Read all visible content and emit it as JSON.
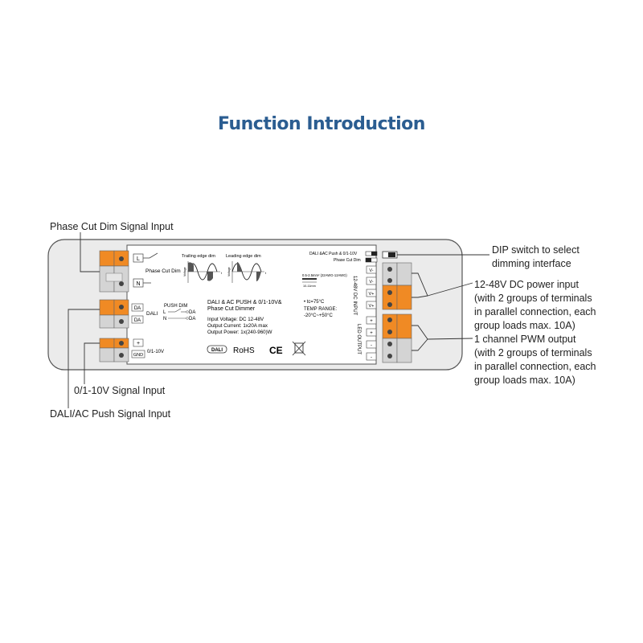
{
  "title": "Function Introduction",
  "callouts": {
    "phase_cut_dim": "Phase Cut Dim Signal Input",
    "analog_signal": "0/1-10V Signal Input",
    "dali_push": "DALI/AC Push Signal Input",
    "dip_line1": "DIP switch to select",
    "dip_line2": "dimming interface",
    "power_line1": "12-48V DC power input",
    "power_line2": "(with 2 groups of terminals",
    "power_line3": "in parallel connection, each",
    "power_line4": "group loads max. 10A)",
    "pwm_line1": "1 channel PWM output",
    "pwm_line2": "(with 2 groups of terminals",
    "pwm_line3": "in parallel connection, each",
    "pwm_line4": "group loads max. 10A)"
  },
  "device": {
    "label_L": "L",
    "label_N": "N",
    "phase_cut_dim": "Phase Cut Dim",
    "da1": "DA",
    "da2": "DA",
    "dali": "DALI",
    "push_dim": "PUSH DIM",
    "push_L": "L",
    "push_N": "N",
    "push_da1": "DA",
    "push_da2": "DA",
    "plus": "+",
    "gnd": "GND",
    "v010": "0/1-10V",
    "trailing": "Trailing edge dim",
    "leading": "Leading edge dim",
    "voltage": "Voltage",
    "t_axis": "t",
    "product_line1": "DALI & AC PUSH & 0/1-10V&",
    "product_line2": "Phase Cut Dimmer",
    "spec_input": "Input Voltage: DC 12-48V",
    "spec_current": "Output Current: 1x20A max",
    "spec_power": "Output Power: 1x(240-960)W",
    "dali_logo": "DALI",
    "rohs": "RoHS",
    "ce": "CE",
    "dip_label1": "DALI &AC Push & 0/1-10V",
    "dip_label2": "Phase Cut Dim",
    "wire_spec": "0.5-2.5mm² (22AWG-12AWG)",
    "strip": "10-11mm",
    "tc": "• tc=75°C",
    "temp_range": "TEMP RANGE:",
    "temp_values": "-20°C~+50°C",
    "dc_input_label": "12-48V DC INPUT",
    "led_output_label": "LED OUTPUT",
    "term_vm1": "V-",
    "term_vm2": "V-",
    "term_vp1": "V+",
    "term_vp2": "V+",
    "term_p1": "+",
    "term_p2": "+",
    "term_m1": "-",
    "term_m2": "-"
  },
  "colors": {
    "title": "#2b5d91",
    "terminal_orange": "#f08a24",
    "terminal_grey": "#d4d4d4",
    "device_grey": "#e8e8e8"
  }
}
